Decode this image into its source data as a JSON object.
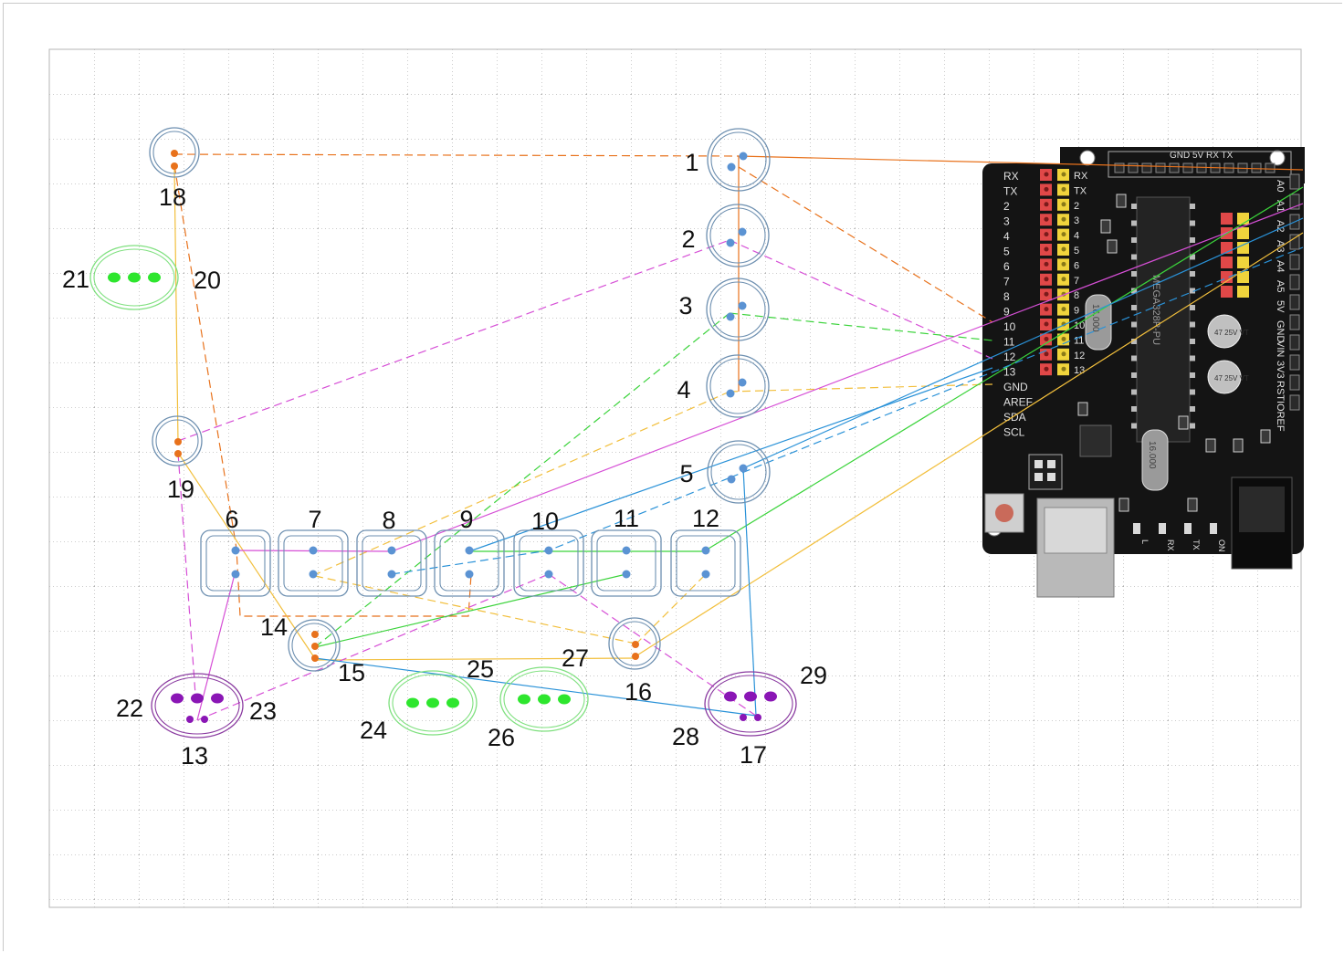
{
  "labels": [
    "1",
    "2",
    "3",
    "4",
    "5",
    "6",
    "7",
    "8",
    "9",
    "10",
    "11",
    "12",
    "13",
    "14",
    "15",
    "16",
    "17",
    "18",
    "19",
    "20",
    "21",
    "22",
    "23",
    "24",
    "25",
    "26",
    "27",
    "28",
    "29"
  ],
  "board": {
    "name": "Arduino Uno sensor shield",
    "silkscreen_top": "GND 5V RX TX",
    "chip_text": "MEGA328P-PU",
    "crystal_text": "16.000",
    "cap_text": "47 25V VT",
    "left_pins": [
      "RX",
      "TX",
      "2",
      "3",
      "4",
      "5",
      "6",
      "7",
      "8",
      "9",
      "10",
      "11",
      "12",
      "13",
      "GND",
      "AREF",
      "SDA",
      "SCL"
    ],
    "right_pins": [
      "A0",
      "A1",
      "A2",
      "A3",
      "A4",
      "A5",
      "5V",
      "GND",
      "VIN",
      "3V3",
      "RST",
      "IOREF"
    ],
    "leds": [
      "L",
      "RX",
      "TX",
      "ON"
    ]
  },
  "colors": {
    "orange": "#e8721c",
    "magenta": "#d64fd6",
    "green": "#3bd33b",
    "yellow": "#f2bf3c",
    "blue": "#2a92d8",
    "purple": "#8a16b5",
    "lime": "#2ee62e",
    "ring": "#6d8fb0"
  }
}
